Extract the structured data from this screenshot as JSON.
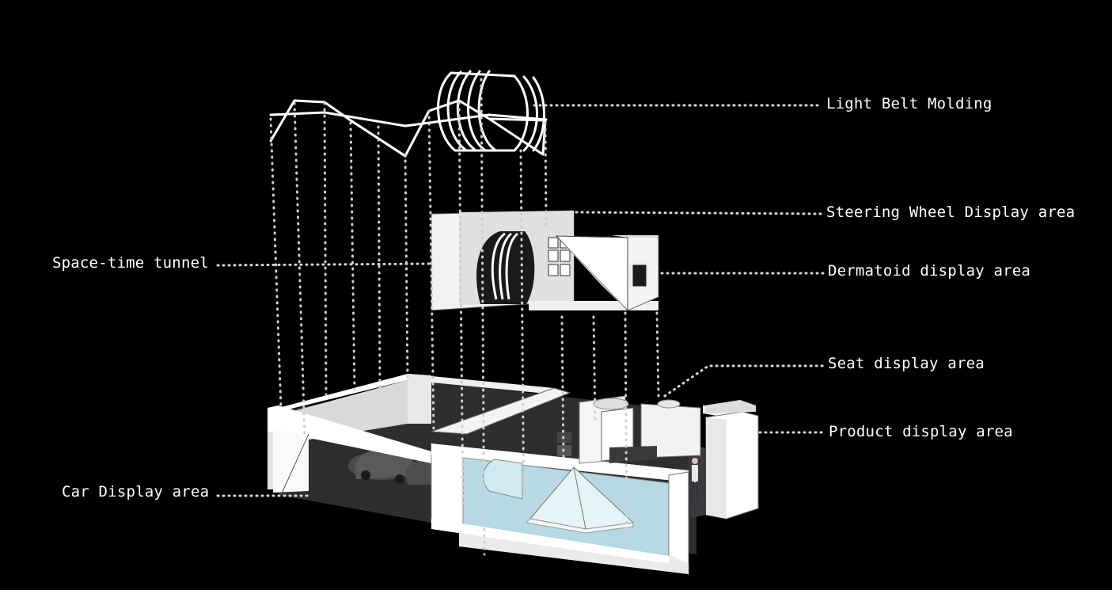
{
  "labels": {
    "light_belt": "Light Belt Molding",
    "steering_wheel": "Steering Wheel Display area",
    "dermatoid": "Dermatoid display area",
    "seat": "Seat display area",
    "product": "Product display area",
    "space_time_tunnel": "Space-time tunnel",
    "car": "Car Display area"
  },
  "colors": {
    "background": "#000000",
    "line": "#ffffff",
    "leader": "#d8d8d8",
    "wall": "#ffffff",
    "wall_shade": "#cfcfcf",
    "floor": "#3a3a3a",
    "glass": "#bfe3ee"
  }
}
